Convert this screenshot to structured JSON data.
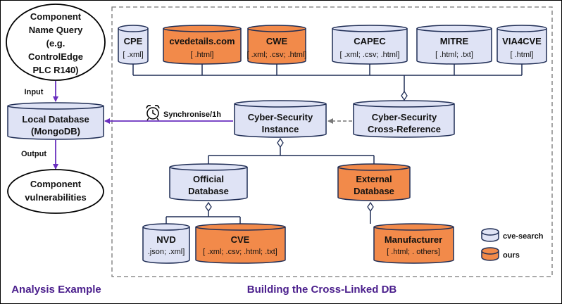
{
  "colors": {
    "cve_search_fill": "#dfe3f5",
    "ours_fill": "#f28a4a",
    "stroke": "#1f2d55",
    "link_purple": "#6a2fbf",
    "dashed_gray": "#777777",
    "section_title": "#4a1e8c"
  },
  "sources": [
    {
      "name": "CPE",
      "formats": "[ .xml]",
      "kind": "cve-search"
    },
    {
      "name": "cvedetails.com",
      "formats": "[ .html]",
      "kind": "ours"
    },
    {
      "name": "CWE",
      "formats": "[ .xml; .csv; .html]",
      "kind": "ours"
    },
    {
      "name": "CAPEC",
      "formats": "[ .xml; .csv; .html]",
      "kind": "cve-search"
    },
    {
      "name": "MITRE",
      "formats": "[ .html; .txt]",
      "kind": "cve-search"
    },
    {
      "name": "VIA4CVE",
      "formats": "[ .html]",
      "kind": "cve-search"
    }
  ],
  "instance": {
    "line1": "Cyber-Security",
    "line2": "Instance",
    "kind": "cve-search"
  },
  "cross_reference": {
    "line1": "Cyber-Security",
    "line2": "Cross-Reference",
    "kind": "cve-search"
  },
  "official": {
    "line1": "Official",
    "line2": "Database",
    "kind": "cve-search"
  },
  "external": {
    "line1": "External",
    "line2": "Database",
    "kind": "ours"
  },
  "nvd": {
    "name": "NVD",
    "formats": ".json; .xml]",
    "kind": "cve-search"
  },
  "cve": {
    "name": "CVE",
    "formats": "[ .xml; .csv; .html; .txt]",
    "kind": "ours"
  },
  "manufacturer": {
    "name": "Manufacturer",
    "formats": "[ .html; . others]",
    "kind": "ours"
  },
  "legend": {
    "cve_search": "cve-search",
    "ours": "ours"
  },
  "analysis": {
    "query_lines": [
      "Component",
      "Name Query",
      "(e.g.",
      "ControlEdge",
      "PLC R140)"
    ],
    "input_label": "Input",
    "local_db_line1": "Local Database",
    "local_db_line2": "(MongoDB)",
    "output_label": "Output",
    "result_line1": "Component",
    "result_line2": "vulnerabilities",
    "sync_label": "Synchronise/1h"
  },
  "titles": {
    "analysis": "Analysis Example",
    "building": "Building the Cross-Linked DB"
  },
  "icons": {
    "sync": "alarm-clock-icon",
    "aggregation": "diamond-icon"
  }
}
